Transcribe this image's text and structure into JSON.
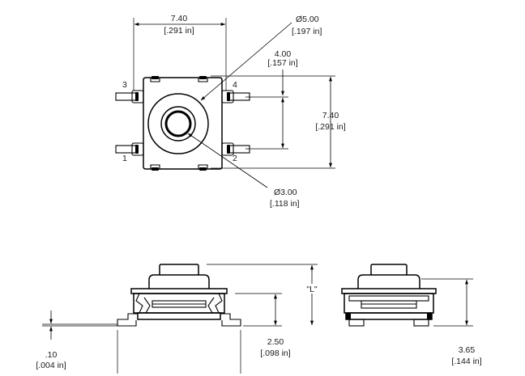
{
  "top_view": {
    "width_dim": {
      "mm": "7.40",
      "in": "[.291 in]"
    },
    "cap_dia_dim": {
      "mm": "Ø5.00",
      "in": "[.197 in]"
    },
    "pin_pitch_dim": {
      "mm": "4.00",
      "in": "[.157 in]"
    },
    "height_dim": {
      "mm": "7.40",
      "in": "[.291 in]"
    },
    "inner_dia_dim": {
      "mm": "Ø3.00",
      "in": "[.118 in]"
    },
    "pins": {
      "p1": "1",
      "p2": "2",
      "p3": "3",
      "p4": "4"
    }
  },
  "side_view": {
    "lead_thickness_dim": {
      "mm": ".10",
      "in": "[.004 in]"
    },
    "body_height_dim": {
      "mm": "2.50",
      "in": "[.098 in]"
    },
    "overall_height_dim": {
      "label": "\"L\""
    }
  },
  "end_view": {
    "height_dim": {
      "mm": "3.65",
      "in": "[.144 in]"
    }
  }
}
